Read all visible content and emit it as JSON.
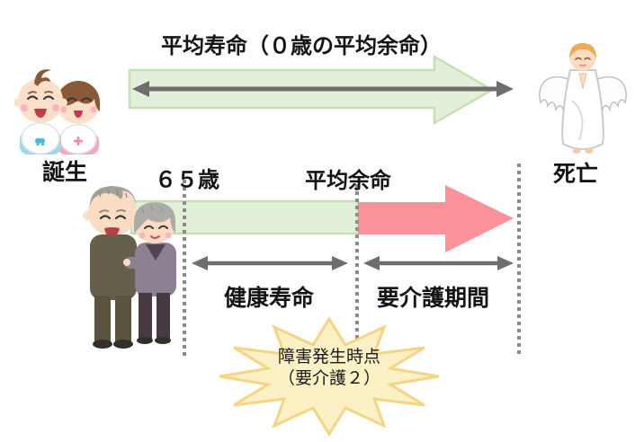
{
  "diagram": {
    "title": "平均寿命（０歳の平均余命）",
    "milestones": {
      "birth": "誕生",
      "age_65": "６５歳",
      "remaining_life_expectancy": "平均余命",
      "death": "死亡"
    },
    "periods": {
      "healthy_life": "健康寿命",
      "care_required": "要介護期間"
    },
    "callout": {
      "line1": "障害発生時点",
      "line2": "（要介護２）"
    },
    "icons": {
      "newborn_babies": "newborn-babies-illustration",
      "angel": "angel-illustration",
      "elderly_couple": "elderly-couple-illustration"
    },
    "colors": {
      "block_arrow_green_fill": "#E2EFD9",
      "block_arrow_green_border": "#C5E0B3",
      "block_arrow_red": "#FB9199",
      "range_arrow_gray": "#6E6E6E",
      "dotted_line_gray": "#8C8C8C",
      "starburst_fill": "#FCF0C5",
      "starburst_border": "#F5D584",
      "text": "#141414"
    }
  }
}
